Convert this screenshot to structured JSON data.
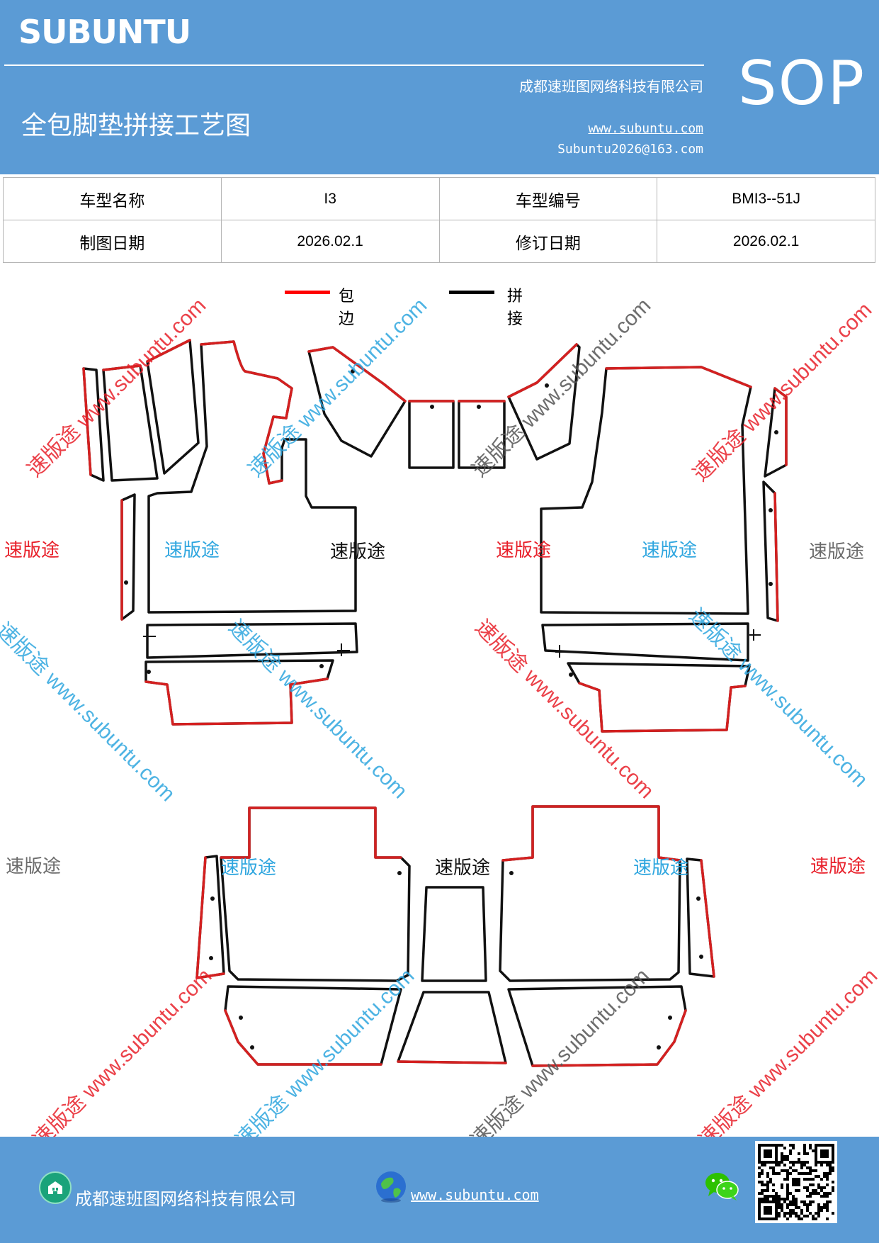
{
  "header": {
    "brand": "SUBUNTU",
    "sop": "SOP",
    "company": "成都速班图网络科技有限公司",
    "title": "全包脚垫拼接工艺图",
    "website": "www.subuntu.com",
    "email": "Subuntu2026@163.com"
  },
  "info_table": {
    "model_name_label": "车型名称",
    "model_name_value": "I3",
    "model_code_label": "车型编号",
    "model_code_value": "BMI3--51J",
    "draw_date_label": "制图日期",
    "draw_date_value": "2026.02.1",
    "revise_date_label": "修订日期",
    "revise_date_value": "2026.02.1"
  },
  "legend": {
    "edge_label": "包边",
    "edge_color": "#ff0000",
    "splice_label": "拼接",
    "splice_color": "#000000"
  },
  "watermarks": {
    "brand_cn": "速版途",
    "site": "www.subuntu.com",
    "diag_text": "速版途 www.subuntu.com",
    "colors": {
      "red": "#e8202a",
      "blue": "#2fa6df",
      "black": "#111111",
      "grey": "#6b6b6b"
    }
  },
  "footer": {
    "company": "成都速班图网络科技有限公司",
    "website": "www.subuntu.com"
  },
  "icons": [
    "building-icon",
    "globe-icon",
    "wechat-icon",
    "qr-code"
  ]
}
